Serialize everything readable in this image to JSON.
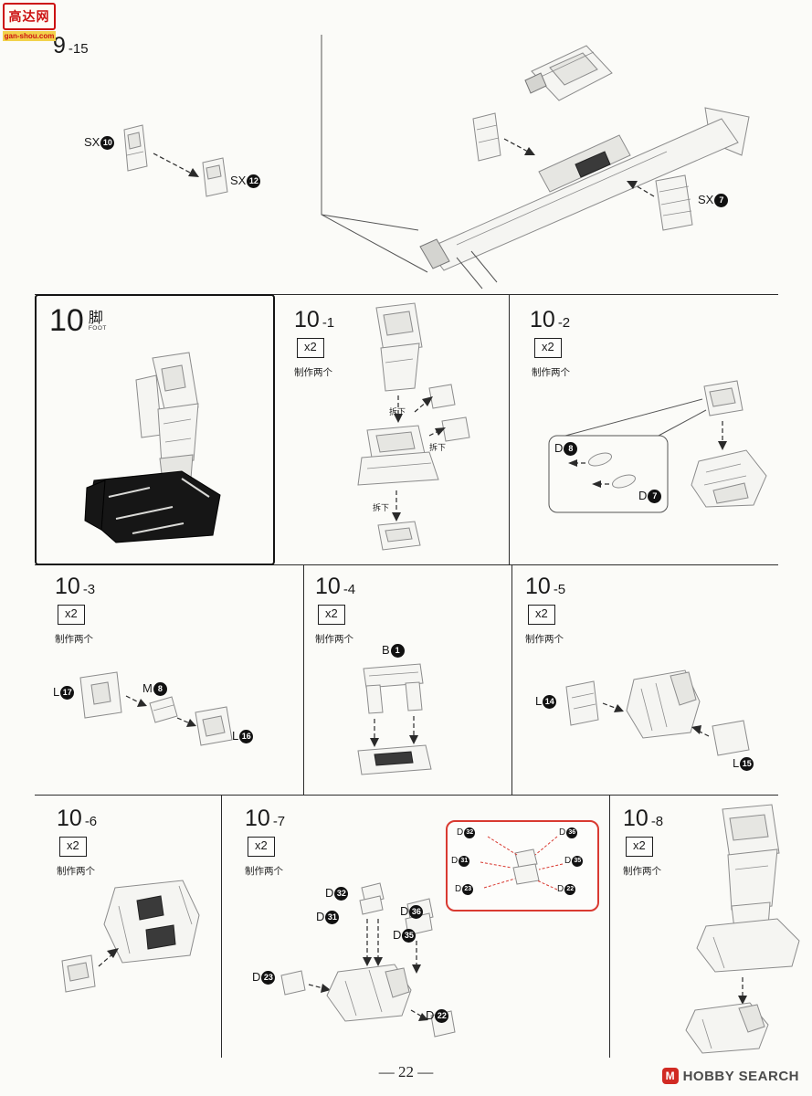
{
  "watermark": {
    "title": "高达网",
    "site": "gan-shou.com"
  },
  "labels": {
    "x2": "x2",
    "make_two": "制作两个",
    "remove": "拆下"
  },
  "sections": {
    "s9": {
      "num": "9",
      "sub": "-15"
    },
    "s10": {
      "num": "10",
      "kanji": "脚",
      "en": "FOOT"
    },
    "s10_1": {
      "num": "10",
      "sub": "-1"
    },
    "s10_2": {
      "num": "10",
      "sub": "-2"
    },
    "s10_3": {
      "num": "10",
      "sub": "-3"
    },
    "s10_4": {
      "num": "10",
      "sub": "-4"
    },
    "s10_5": {
      "num": "10",
      "sub": "-5"
    },
    "s10_6": {
      "num": "10",
      "sub": "-6"
    },
    "s10_7": {
      "num": "10",
      "sub": "-7"
    },
    "s10_8": {
      "num": "10",
      "sub": "-8"
    }
  },
  "parts": {
    "sx10": {
      "p": "SX",
      "n": "10"
    },
    "sx12": {
      "p": "SX",
      "n": "12"
    },
    "sx7": {
      "p": "SX",
      "n": "7"
    },
    "d8": {
      "p": "D",
      "n": "8"
    },
    "d7": {
      "p": "D",
      "n": "7"
    },
    "l17": {
      "p": "L",
      "n": "17"
    },
    "m8": {
      "p": "M",
      "n": "8"
    },
    "l16": {
      "p": "L",
      "n": "16"
    },
    "b1": {
      "p": "B",
      "n": "1"
    },
    "l14": {
      "p": "L",
      "n": "14"
    },
    "l15": {
      "p": "L",
      "n": "15"
    },
    "d32": {
      "p": "D",
      "n": "32"
    },
    "d31": {
      "p": "D",
      "n": "31"
    },
    "d36": {
      "p": "D",
      "n": "36"
    },
    "d35": {
      "p": "D",
      "n": "35"
    },
    "d23": {
      "p": "D",
      "n": "23"
    },
    "d22": {
      "p": "D",
      "n": "22"
    }
  },
  "footer": {
    "page_number": "— 22 —",
    "brand": "HOBBY SEARCH",
    "brand_icon": "M"
  }
}
